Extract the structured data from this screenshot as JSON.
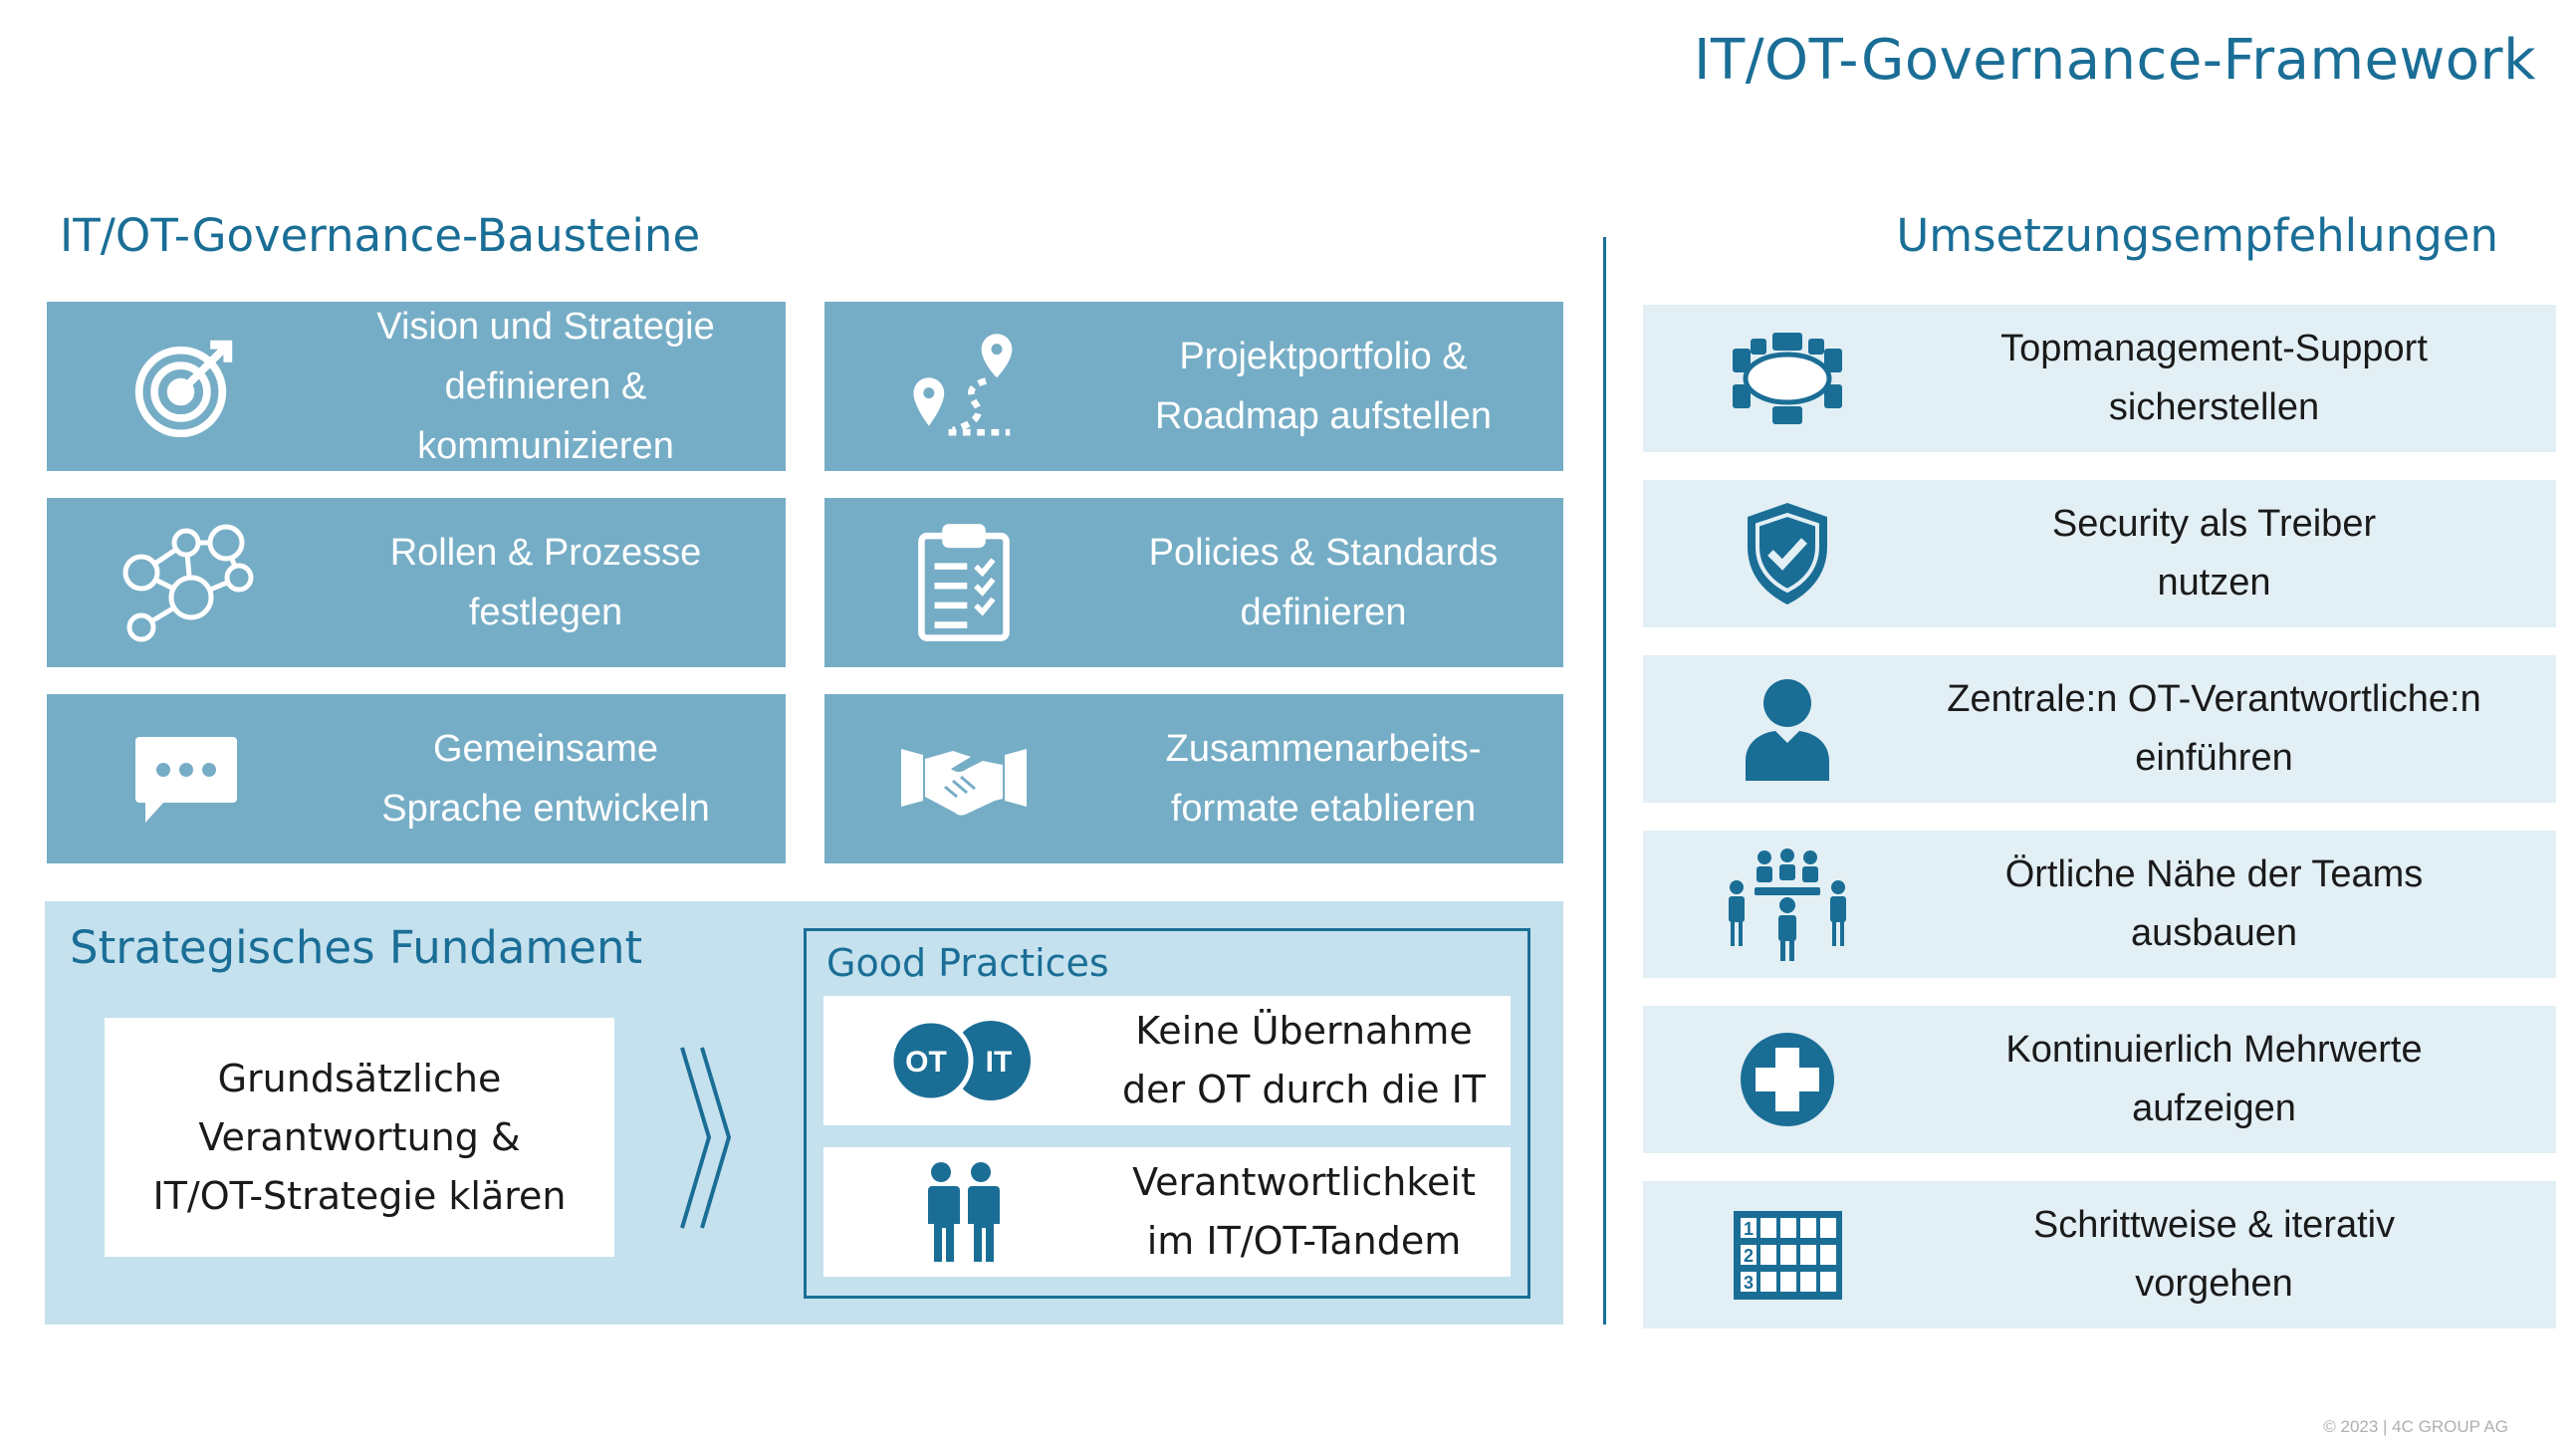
{
  "title": "IT/OT-Governance-Framework",
  "left": {
    "heading": "IT/OT-Governance-Bausteine",
    "tiles": [
      {
        "icon": "target-icon",
        "line1": "Vision und Strategie",
        "line2": "definieren & kommunizieren"
      },
      {
        "icon": "route-icon",
        "line1": "Projektportfolio &",
        "line2": "Roadmap aufstellen"
      },
      {
        "icon": "network-icon",
        "line1": "Rollen & Prozesse",
        "line2": "festlegen"
      },
      {
        "icon": "checklist-icon",
        "line1": "Policies & Standards",
        "line2": "definieren"
      },
      {
        "icon": "chat-icon",
        "line1": "Gemeinsame",
        "line2": "Sprache entwickeln"
      },
      {
        "icon": "handshake-icon",
        "line1": "Zusammenarbeits-",
        "line2": "formate etablieren"
      }
    ]
  },
  "foundation": {
    "heading": "Strategisches Fundament",
    "card": {
      "line1": "Grundsätzliche",
      "line2": "Verantwortung &",
      "line3": "IT/OT-Strategie klären"
    },
    "good_practices": {
      "heading": "Good Practices",
      "items": [
        {
          "icon": "ot-it-icon",
          "badge_left": "OT",
          "badge_right": "IT",
          "line1": "Keine Übernahme",
          "line2": "der OT durch die IT"
        },
        {
          "icon": "tandem-icon",
          "line1": "Verantwortlichkeit",
          "line2": "im IT/OT-Tandem"
        }
      ]
    }
  },
  "right": {
    "heading": "Umsetzungsempfehlungen",
    "items": [
      {
        "icon": "boardroom-icon",
        "line1": "Topmanagement-Support",
        "line2": "sicherstellen"
      },
      {
        "icon": "shield-icon",
        "line1": "Security als Treiber",
        "line2": "nutzen"
      },
      {
        "icon": "person-icon",
        "line1": "Zentrale:n OT-Verantwortliche:n",
        "line2": "einführen"
      },
      {
        "icon": "team-icon",
        "line1": "Örtliche Nähe der Teams",
        "line2": "ausbauen"
      },
      {
        "icon": "plus-icon",
        "line1": "Kontinuierlich Mehrwerte",
        "line2": "aufzeigen"
      },
      {
        "icon": "grid-icon",
        "line1": "Schrittweise & iterativ",
        "line2": "vorgehen",
        "grid_labels": [
          "1",
          "2",
          "3"
        ]
      }
    ]
  },
  "footer": "© 2023 | 4C GROUP AG",
  "colors": {
    "accent": "#1a6e96",
    "tile": "#76adc6",
    "light": "#c5e1ee",
    "rec_bg": "#e2eff5"
  }
}
